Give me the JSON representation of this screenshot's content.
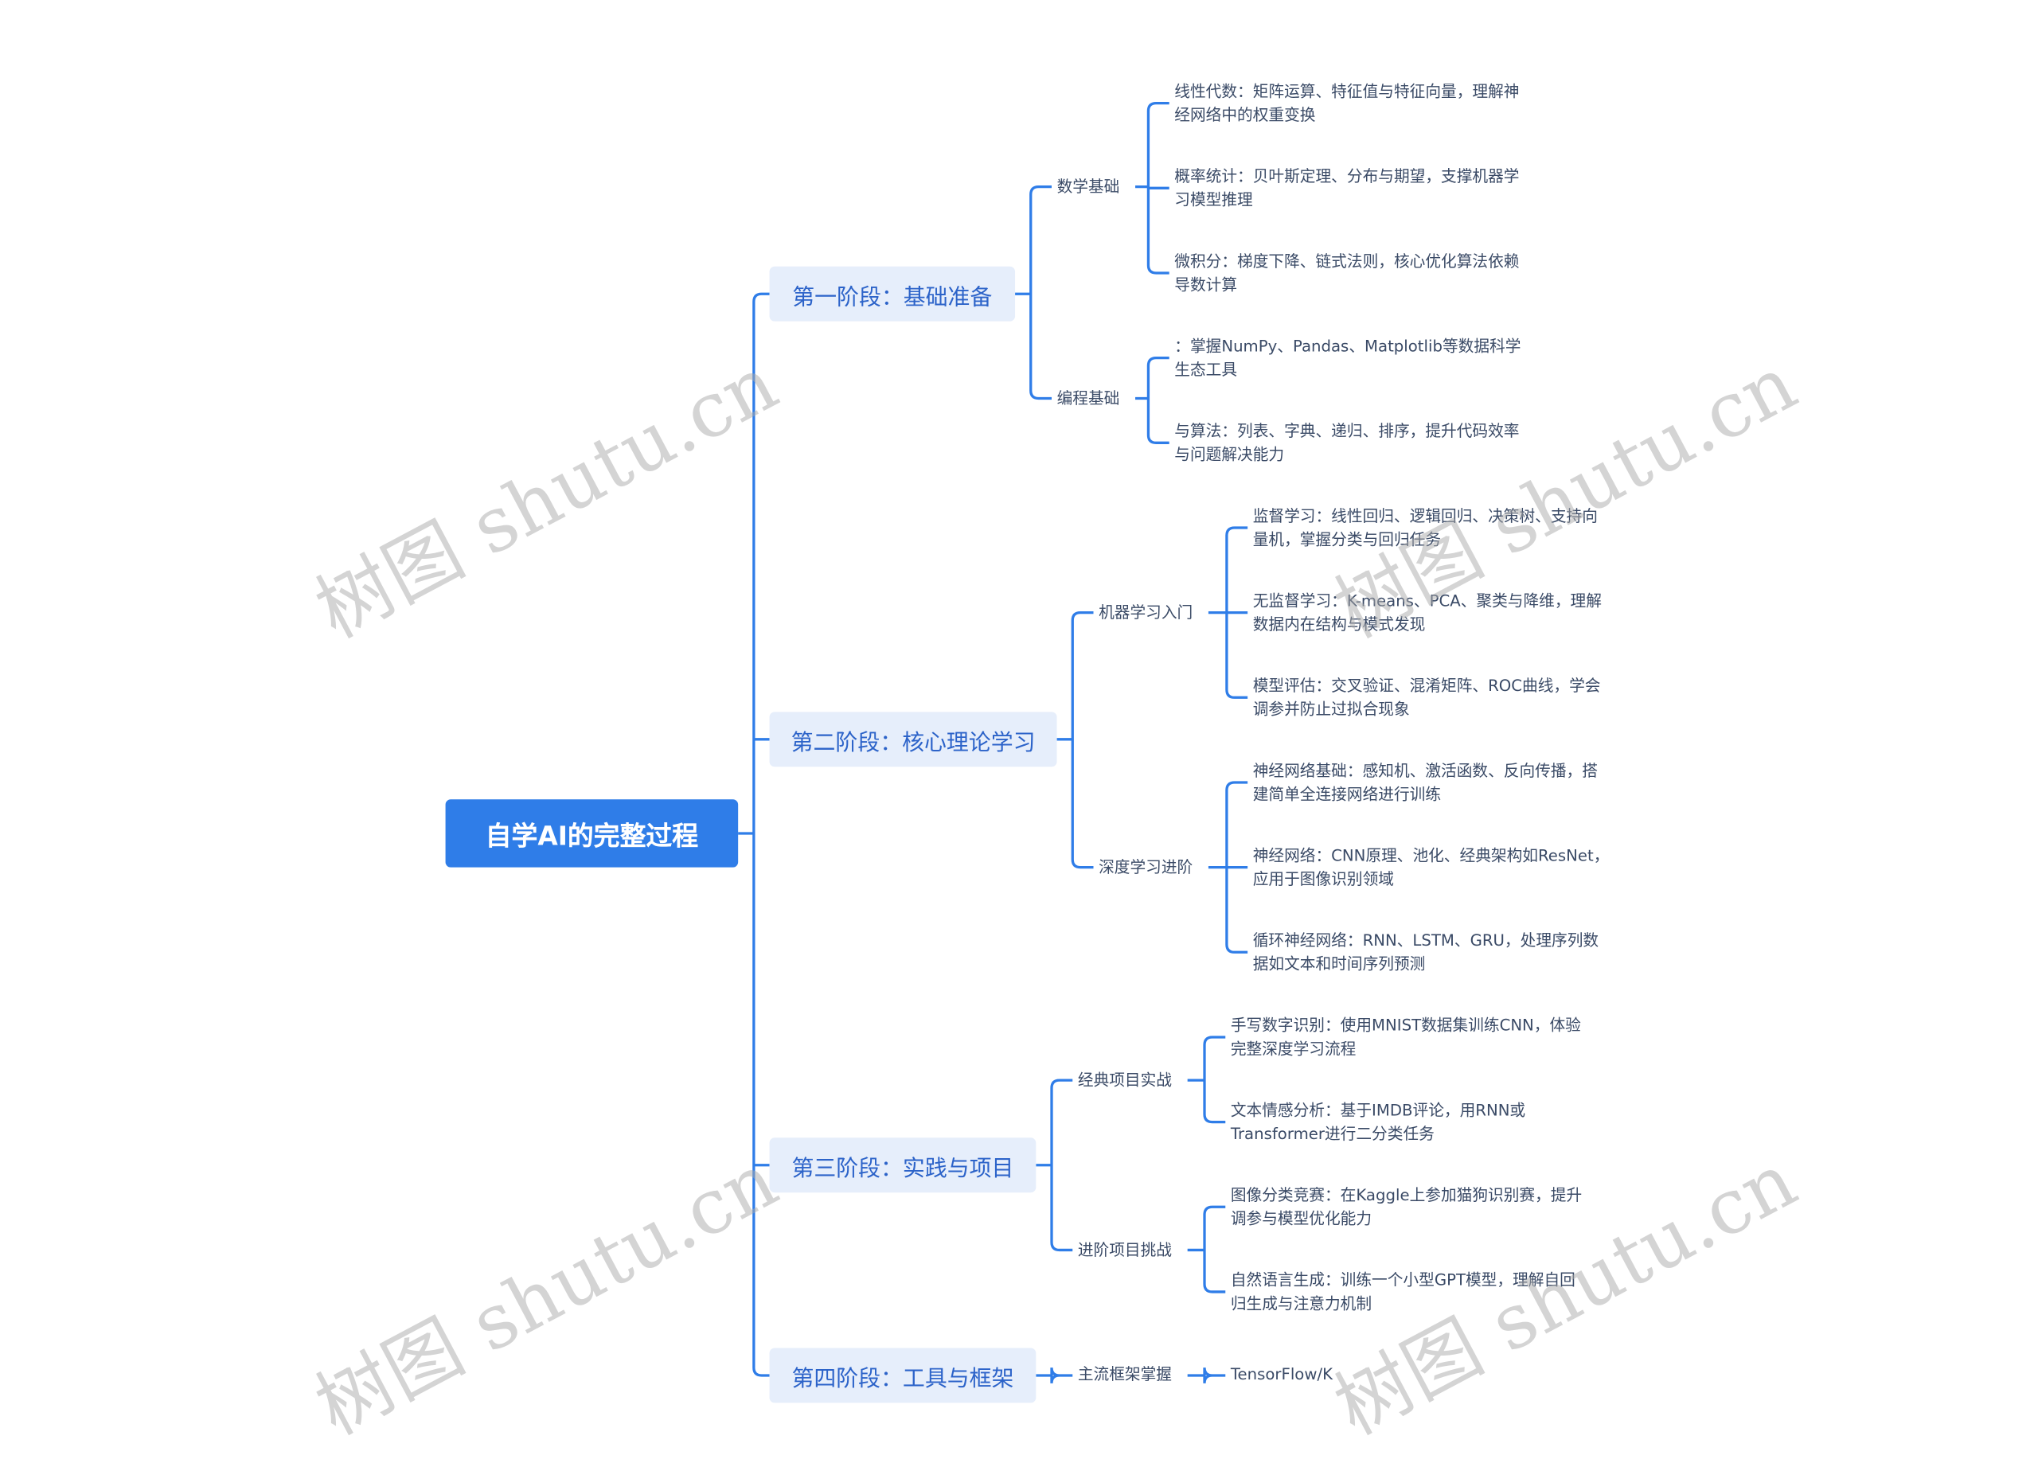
{
  "root": {
    "label": "自学AI的完整过程"
  },
  "stages": [
    {
      "label": "第一阶段：基础准备"
    },
    {
      "label": "第二阶段：核心理论学习"
    },
    {
      "label": "第三阶段：实践与项目"
    },
    {
      "label": "第四阶段：工具与框架"
    }
  ],
  "topics": [
    {
      "label": "数学基础"
    },
    {
      "label": "编程基础"
    },
    {
      "label": "机器学习入门"
    },
    {
      "label": "深度学习进阶"
    },
    {
      "label": "经典项目实战"
    },
    {
      "label": "进阶项目挑战"
    },
    {
      "label": "主流框架掌握"
    }
  ],
  "leaves": [
    {
      "text": "线性代数：矩阵运算、特征值与特征向量，理解神经网络中的权重变换"
    },
    {
      "text": "概率统计：贝叶斯定理、分布与期望，支撑机器学习模型推理"
    },
    {
      "text": "微积分：梯度下降、链式法则，核心优化算法依赖导数计算"
    },
    {
      "text": "：掌握NumPy、Pandas、Matplotlib等数据科学生态工具"
    },
    {
      "text": "与算法：列表、字典、递归、排序，提升代码效率与问题解决能力"
    },
    {
      "text": "监督学习：线性回归、逻辑回归、决策树、支持向量机，掌握分类与回归任务"
    },
    {
      "text": "无监督学习：K-means、PCA、聚类与降维，理解数据内在结构与模式发现"
    },
    {
      "text": "模型评估：交叉验证、混淆矩阵、ROC曲线，学会调参并防止过拟合现象"
    },
    {
      "text": "神经网络基础：感知机、激活函数、反向传播，搭建简单全连接网络进行训练"
    },
    {
      "text": "神经网络：CNN原理、池化、经典架构如ResNet，应用于图像识别领域"
    },
    {
      "text": "循环神经网络：RNN、LSTM、GRU，处理序列数据如文本和时间序列预测"
    },
    {
      "text": "手写数字识别：使用MNIST数据集训练CNN，体验完整深度学习流程"
    },
    {
      "text": "文本情感分析：基于IMDB评论，用RNN或Transformer进行二分类任务"
    },
    {
      "text": "图像分类竞赛：在Kaggle上参加猫狗识别赛，提升调参与模型优化能力"
    },
    {
      "text": "自然语言生成：训练一个小型GPT模型，理解自回归生成与注意力机制"
    },
    {
      "text": "TensorFlow/K"
    }
  ],
  "watermark": "树图 shutu.cn",
  "colors": {
    "line": "#2f7de8",
    "root_bg": "#2f7de8",
    "stage_bg": "#e6eefb",
    "stage_text": "#2c63c9",
    "leaf_text": "#3a4a66"
  }
}
